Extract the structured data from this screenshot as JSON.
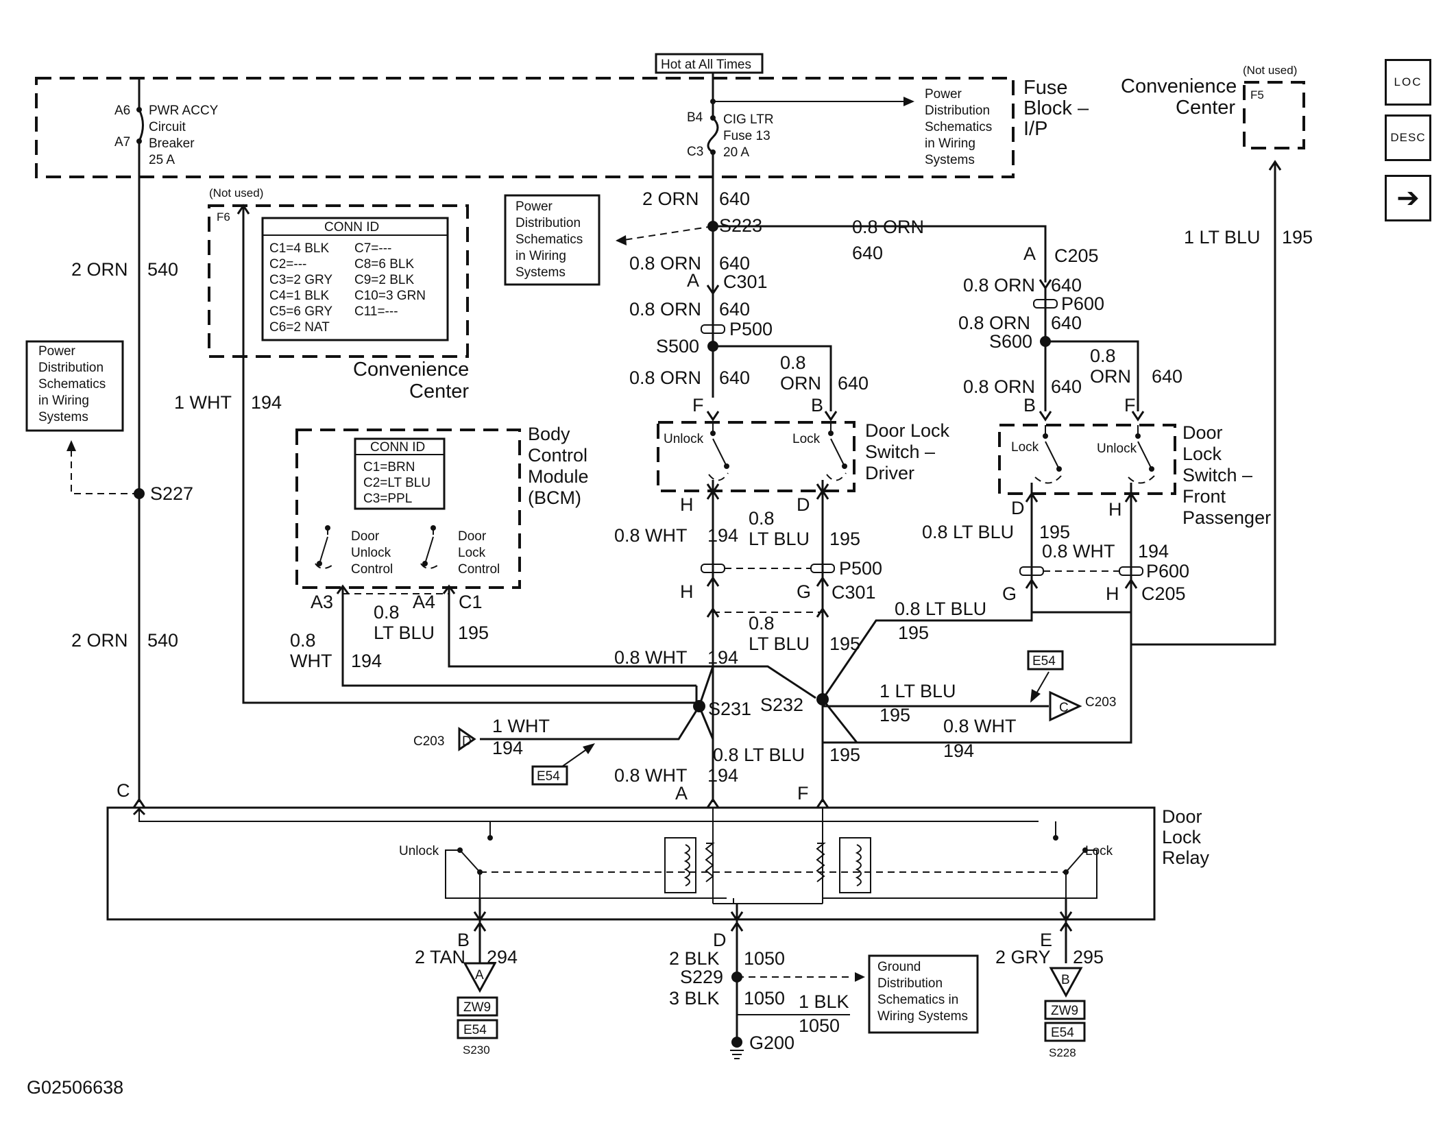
{
  "diagram_id": "G02506638",
  "hot_label": "Hot at All Times",
  "fuse_block": {
    "title": "Fuse Block – I/P"
  },
  "breaker": {
    "a6": "A6",
    "a7": "A7",
    "l1": "PWR ACCY",
    "l2": "Circuit",
    "l3": "Breaker",
    "l4": "25 A"
  },
  "cig_fuse": {
    "b4": "B4",
    "c3": "C3",
    "l1": "CIG LTR",
    "l2": "Fuse 13",
    "l3": "20 A"
  },
  "pds_lines": [
    "Power",
    "Distribution",
    "Schematics",
    "in Wiring",
    "Systems"
  ],
  "gds_lines": [
    "Ground",
    "Distribution",
    "Schematics in",
    "Wiring Systems"
  ],
  "not_used": "(Not used)",
  "conv_center": {
    "f5": "F5",
    "f6": "F6",
    "title_l1": "Convenience",
    "title_l2": "Center"
  },
  "conn_id": {
    "title": "CONN ID",
    "left": [
      "C1=4 BLK",
      "C2=---",
      "C3=2 GRY",
      "C4=1 BLK",
      "C5=6 GRY",
      "C6=2 NAT"
    ],
    "right": [
      "C7=---",
      "C8=6 BLK",
      "C9=2 BLK",
      "C10=3 GRN",
      "C11=---"
    ]
  },
  "bcm": {
    "title": [
      "Body",
      "Control",
      "Module",
      "(BCM)"
    ],
    "conn_title": "CONN ID",
    "conn": [
      "C1=BRN",
      "C2=LT BLU",
      "C3=PPL"
    ],
    "unlock_ctrl": [
      "Door",
      "Unlock",
      "Control"
    ],
    "lock_ctrl": [
      "Door",
      "Lock",
      "Control"
    ],
    "pins": {
      "a3": "A3",
      "a4": "A4",
      "c1": "C1"
    }
  },
  "driver_switch": {
    "title": [
      "Door Lock",
      "Switch –",
      "Driver"
    ],
    "unlock": "Unlock",
    "lock": "Lock"
  },
  "pass_switch": {
    "title": [
      "Door",
      "Lock",
      "Switch –",
      "Front",
      "Passenger"
    ],
    "unlock": "Unlock",
    "lock": "Lock"
  },
  "relay": {
    "title": [
      "Door",
      "Lock",
      "Relay"
    ],
    "unlock": "Unlock",
    "lock": "Lock"
  },
  "wires": {
    "orn2": "2 ORN",
    "c540": "540",
    "orn08": "0.8 ORN",
    "c640": "640",
    "orn08a": "0.8",
    "orn_only": "ORN",
    "wht1": "1 WHT",
    "wht08": "0.8 WHT",
    "c194": "194",
    "ltblu08": "0.8 LT BLU",
    "ltblu1": "1 LT BLU",
    "c195": "195",
    "lt_blu": "LT BLU",
    "tan2": "2 TAN",
    "c294": "294",
    "gry2": "2 GRY",
    "c295": "295",
    "blk2": "2 BLK",
    "blk3": "3 BLK",
    "blk1": "1 BLK",
    "c1050": "1050",
    "wht_only": "WHT"
  },
  "splices": {
    "s223": "S223",
    "s227": "S227",
    "s231": "S231",
    "s232": "S232",
    "s500": "S500",
    "s600": "S600",
    "s229": "S229",
    "g200": "G200",
    "s230": "S230",
    "s228": "S228"
  },
  "connectors": {
    "c301": "C301",
    "c205": "C205",
    "p500": "P500",
    "p600": "P600",
    "c203": "C203"
  },
  "pins": {
    "a": "A",
    "b": "B",
    "c": "C",
    "d": "D",
    "e": "E",
    "f": "F",
    "g": "G",
    "h": "H"
  },
  "tags": {
    "e54": "E54",
    "zw9": "ZW9"
  },
  "nav": {
    "loc": "LOC",
    "desc": "DESC",
    "next": "➔"
  }
}
